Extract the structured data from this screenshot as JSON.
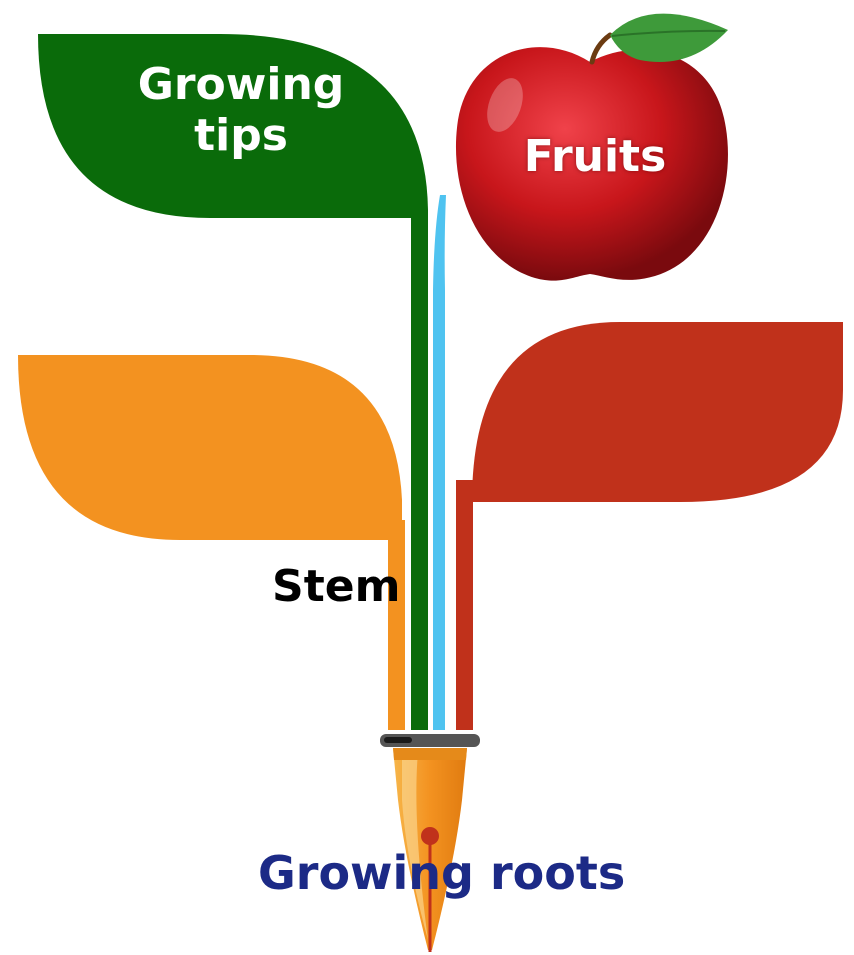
{
  "labels": {
    "growing_tips": "Growing tips",
    "fruits": "Fruits",
    "stem": "Stem",
    "growing_roots": "Growing roots"
  },
  "colors": {
    "green_leaf": "#0a6b0a",
    "orange_leaf": "#f39220",
    "red_leaf": "#c0311b",
    "blue_stem": "#4fc3f0",
    "apple_red": "#c8161b",
    "apple_leaf": "#3e9a3a",
    "roots_text": "#1c2a86",
    "pen_collar": "#555555"
  },
  "icons": [
    "apple-icon",
    "fountain-pen-nib-icon"
  ]
}
